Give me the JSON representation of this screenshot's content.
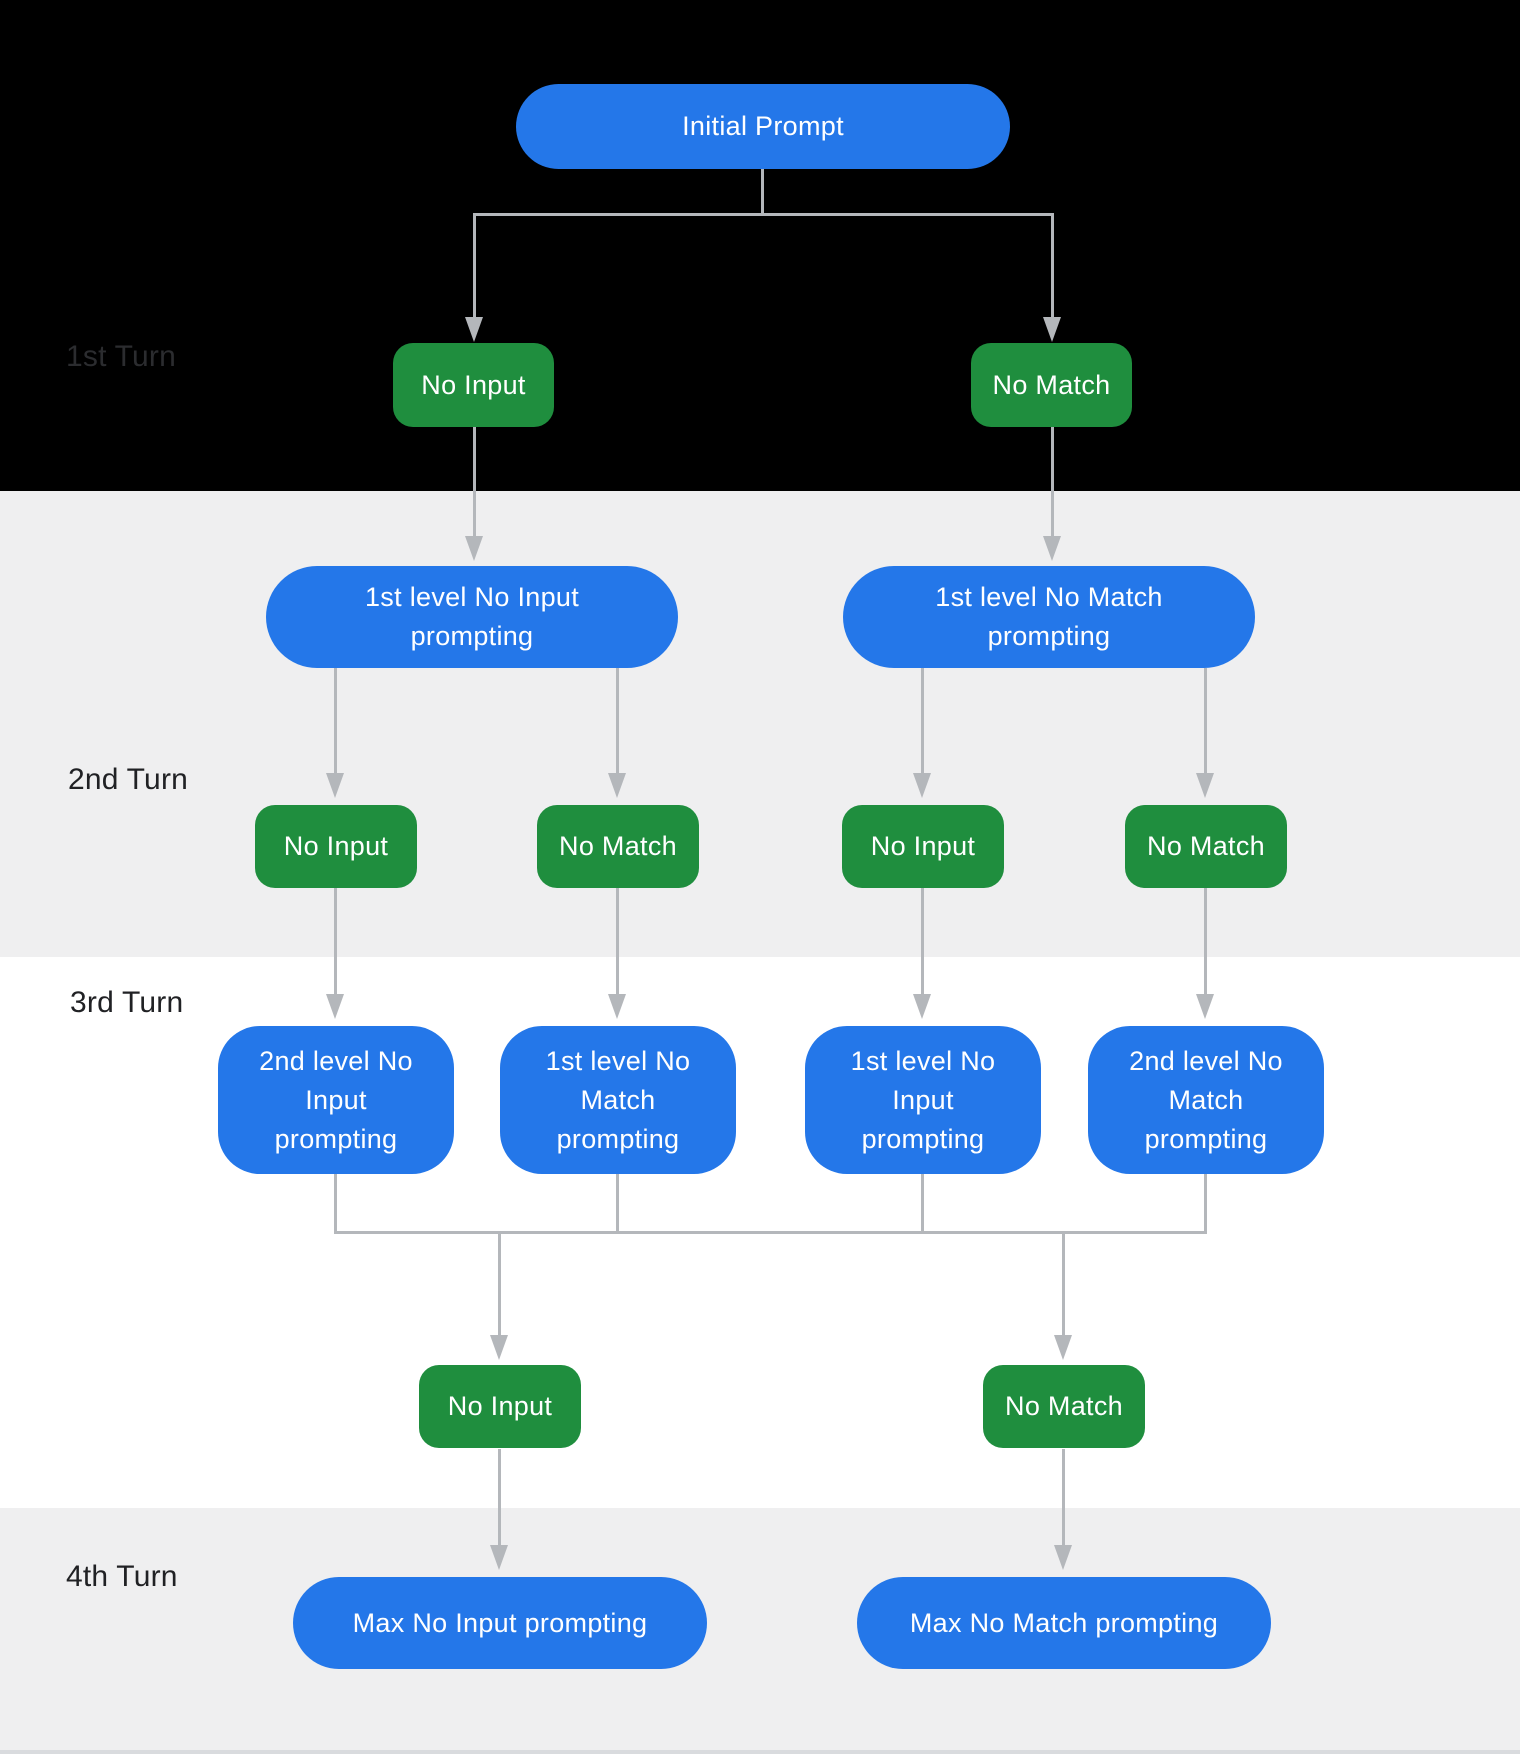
{
  "figure": {
    "type": "flowchart",
    "colors": {
      "node_blue": "#2477e9",
      "node_green": "#1f8e3e",
      "connector_gray": "#b4b7bb",
      "band_dark": "#000000",
      "band_light": "#efeff0",
      "band_white": "#ffffff",
      "label_dark": "#202124",
      "node_text": "#ffffff"
    },
    "turns": [
      {
        "label": "1st Turn"
      },
      {
        "label": "2nd Turn"
      },
      {
        "label": "3rd Turn"
      },
      {
        "label": "4th Turn"
      }
    ],
    "nodes": {
      "initial_prompt": {
        "label": "Initial Prompt",
        "type": "prompt"
      },
      "turn1_no_input": {
        "label": "No Input",
        "type": "event"
      },
      "turn1_no_match": {
        "label": "No Match",
        "type": "event"
      },
      "level1_no_input_prompting": {
        "label": "1st level No Input\nprompting",
        "type": "prompt"
      },
      "level1_no_match_prompting": {
        "label": "1st level No Match\nprompting",
        "type": "prompt"
      },
      "turn2_no_input_left": {
        "label": "No Input",
        "type": "event"
      },
      "turn2_no_match_left": {
        "label": "No Match",
        "type": "event"
      },
      "turn2_no_input_right": {
        "label": "No Input",
        "type": "event"
      },
      "turn2_no_match_right": {
        "label": "No Match",
        "type": "event"
      },
      "level2_no_input_prompting": {
        "label": "2nd level No\nInput\nprompting",
        "type": "prompt"
      },
      "level1_no_match_prompting_b": {
        "label": "1st level No\nMatch\nprompting",
        "type": "prompt"
      },
      "level1_no_input_prompting_b": {
        "label": "1st level No\nInput\nprompting",
        "type": "prompt"
      },
      "level2_no_match_prompting": {
        "label": "2nd level No\nMatch\nprompting",
        "type": "prompt"
      },
      "turn3_no_input": {
        "label": "No Input",
        "type": "event"
      },
      "turn3_no_match": {
        "label": "No Match",
        "type": "event"
      },
      "max_no_input_prompting": {
        "label": "Max No Input prompting",
        "type": "prompt"
      },
      "max_no_match_prompting": {
        "label": "Max No Match prompting",
        "type": "prompt"
      }
    }
  }
}
